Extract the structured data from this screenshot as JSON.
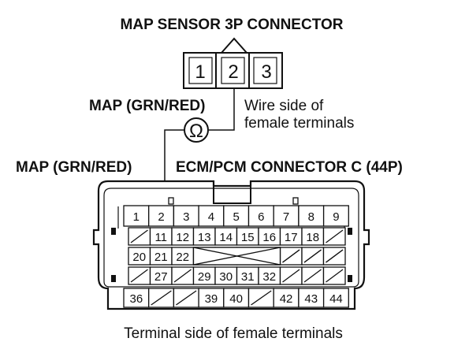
{
  "map_sensor_connector": {
    "title": "MAP SENSOR 3P CONNECTOR",
    "pins": [
      "1",
      "2",
      "3"
    ],
    "view_label_line1": "Wire side of",
    "view_label_line2": "female terminals"
  },
  "ohmmeter": {
    "symbol": "Ω",
    "lead_top_label": "MAP (GRN/RED)",
    "lead_bottom_label": "MAP (GRN/RED)"
  },
  "ecm_connector": {
    "title": "ECM/PCM CONNECTOR C (44P)",
    "view_label": "Terminal side of female terminals",
    "rows": [
      [
        "1",
        "2",
        "3",
        "4",
        "5",
        "6",
        "7",
        "8",
        "9"
      ],
      [
        "",
        "11",
        "12",
        "13",
        "14",
        "15",
        "16",
        "17",
        "18",
        ""
      ],
      [
        "20",
        "21",
        "22",
        "",
        "",
        "",
        "",
        "",
        "",
        ""
      ],
      [
        "",
        "27",
        "",
        "29",
        "30",
        "31",
        "32",
        "",
        "",
        ""
      ],
      [
        "36",
        "",
        "",
        "39",
        "40",
        "",
        "42",
        "43",
        "44"
      ]
    ],
    "blocked_cells": {
      "row2": [
        0,
        9
      ],
      "row3": [
        7,
        8,
        9
      ],
      "row4": [
        0,
        2,
        7,
        8,
        9
      ],
      "row5": [
        1,
        2,
        5
      ]
    }
  },
  "colors": {
    "ink": "#111111",
    "background": "#ffffff"
  }
}
